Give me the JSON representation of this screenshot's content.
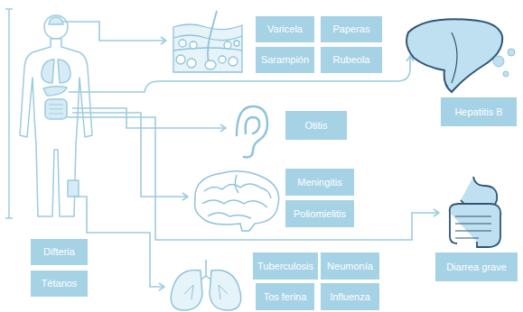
{
  "diagram": {
    "nodes": [
      {
        "text": [
          "Varicela"
        ]
      },
      {
        "text": [
          "Paperas"
        ]
      },
      {
        "text": [
          "Sarampión"
        ]
      },
      {
        "text": [
          "Rubeola"
        ]
      },
      {
        "text": [
          "Hepatitis B"
        ]
      },
      {
        "text": [
          "Otitis"
        ]
      },
      {
        "text": [
          "Meningitis"
        ]
      },
      {
        "text": [
          "Poliomielitis"
        ]
      },
      {
        "text": [
          "Diarrea grave"
        ]
      },
      {
        "text": [
          "Difteria"
        ]
      },
      {
        "text": [
          "Tétanos"
        ]
      },
      {
        "text": [
          "Tuberculosis"
        ]
      },
      {
        "text": [
          "Neumonía"
        ]
      },
      {
        "text": [
          "Tos ferina"
        ]
      },
      {
        "text": [
          "Influenza"
        ]
      }
    ]
  }
}
